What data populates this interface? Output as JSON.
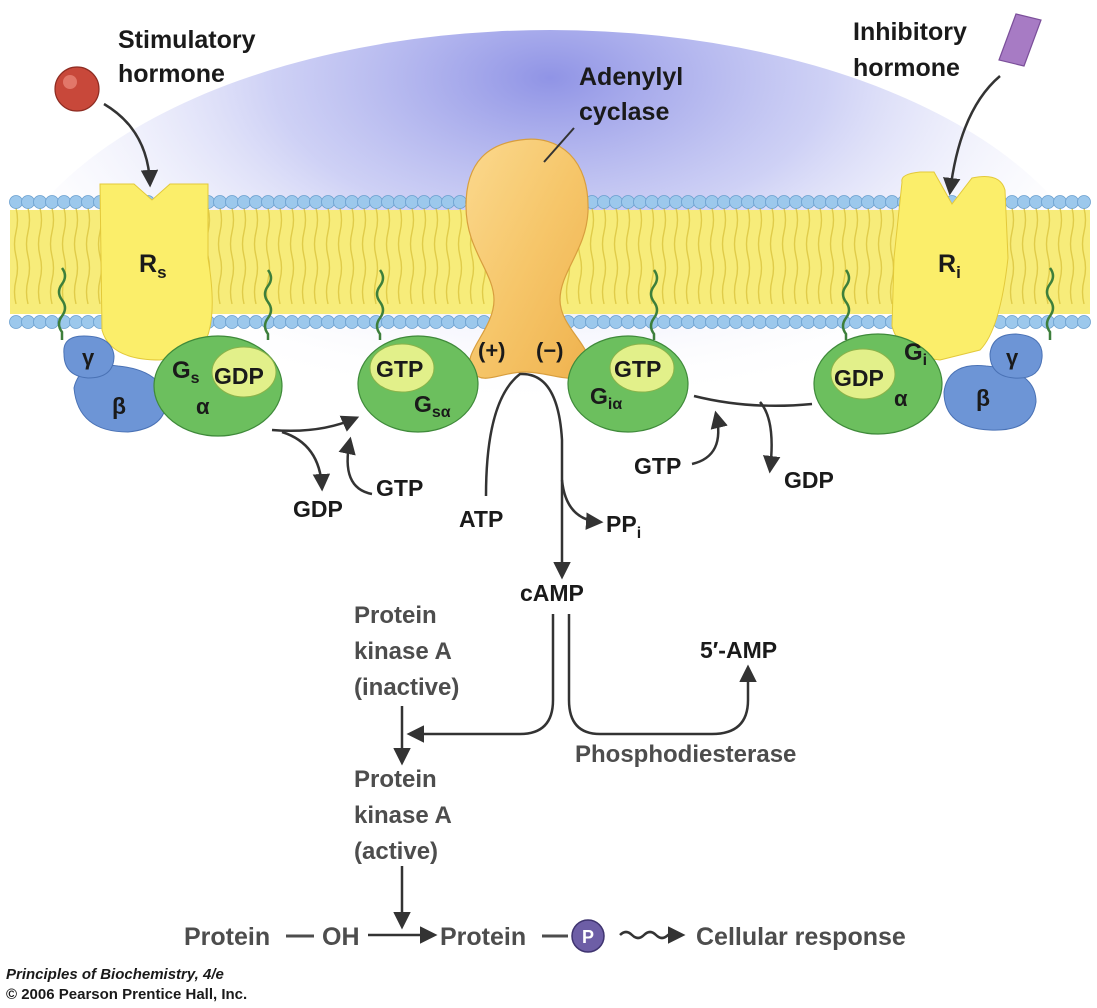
{
  "labels": {
    "stimulatory_hormone": [
      "Stimulatory",
      "hormone"
    ],
    "inhibitory_hormone": [
      "Inhibitory",
      "hormone"
    ],
    "adenylyl_cyclase": [
      "Adenylyl",
      "cyclase"
    ],
    "rs_main": "R",
    "rs_sub": "s",
    "ri_main": "R",
    "ri_sub": "i",
    "gamma": "γ",
    "beta": "β",
    "alpha": "α",
    "gs_main": "G",
    "gs_sub": "s",
    "gi_main": "G",
    "gi_sub": "i",
    "gsa_main": "G",
    "gsa_sub": "sα",
    "gia_main": "G",
    "gia_sub": "iα",
    "gdp": "GDP",
    "gtp": "GTP",
    "plus": "(+)",
    "minus": "(−)",
    "atp": "ATP",
    "ppi_main": "PP",
    "ppi_sub": "i",
    "camp": "cAMP",
    "amp5": "5′-AMP",
    "pka_inactive": [
      "Protein",
      "kinase A",
      "(inactive)"
    ],
    "pka_active": [
      "Protein",
      "kinase A",
      "(active)"
    ],
    "phosphodiesterase": "Phosphodiesterase",
    "protein": "Protein",
    "oh": "OH",
    "phospho": "P",
    "cellular_response": "Cellular response"
  },
  "credit": {
    "line1_title": "Principles of Biochemistry, 4/e",
    "line2": "© 2006 Pearson Prentice Hall, Inc."
  },
  "colors": {
    "membrane_tail": "#f7ec7a",
    "lipid_head": "#9cc8ec",
    "receptor": "#fbee6a",
    "cyclase": "#f6c66a",
    "g_alpha": "#6cbf5e",
    "nucleotide": "#e2f08a",
    "g_beta_gamma": "#6d95d6",
    "stim_hormone": "#c8483a",
    "inhib_hormone": "#a77bc4",
    "phosphate": "#6d5ea6",
    "cytoplasm_glow": "#9a9ee6",
    "gray_text": "#4d4d4d"
  }
}
